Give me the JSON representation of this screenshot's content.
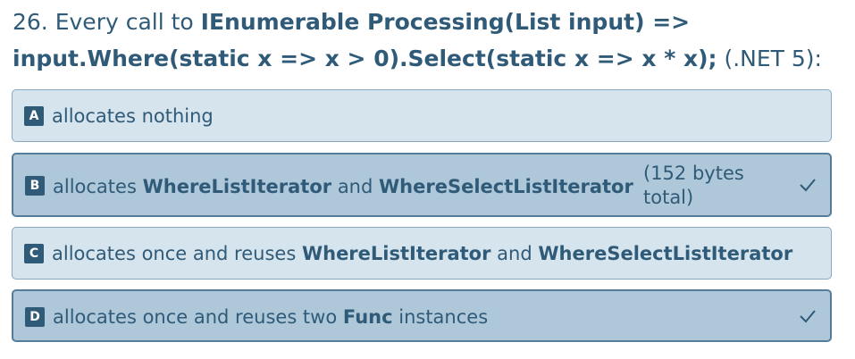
{
  "question": {
    "number": "26.",
    "prefix": "Every call to",
    "code": "IEnumerable Processing(List input) => input.Where(static x => x > 0).Select(static x => x * x);",
    "suffix": "(.NET 5):"
  },
  "options": [
    {
      "letter": "A",
      "text": "allocates nothing",
      "selected": false
    },
    {
      "letter": "B",
      "pre": "allocates",
      "bold1": "WhereListIterator",
      "mid": "and",
      "bold2": "WhereSelectListIterator",
      "tail": "(152 bytes total)",
      "selected": true,
      "check_icon": "check-icon"
    },
    {
      "letter": "C",
      "pre": "allocates once and reuses",
      "bold1": "WhereListIterator",
      "mid": "and",
      "bold2": "WhereSelectListIterator",
      "selected": false
    },
    {
      "letter": "D",
      "pre": "allocates once and reuses two",
      "bold1": "Func",
      "post": "instances",
      "selected": true,
      "check_icon": "check-icon"
    }
  ],
  "colors": {
    "text": "#2f5a78",
    "option_bg": "#d6e4ee",
    "selected_bg": "#aec8da",
    "border": "#87a8c0",
    "selected_border": "#557d9a"
  }
}
